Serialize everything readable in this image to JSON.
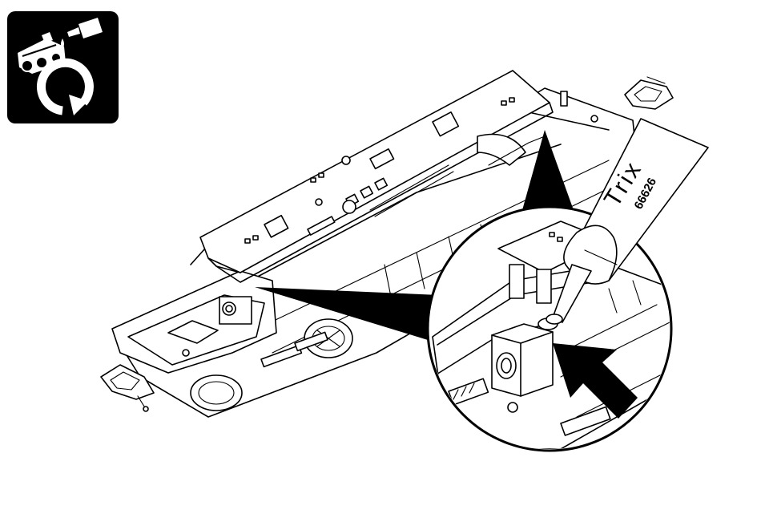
{
  "illustration": {
    "icon": "maintenance-oiling-icon",
    "subject": "locomotive-chassis-with-circuit-board",
    "callout": "magnified-lubrication-point",
    "pointer": "arrow-icon"
  },
  "oil_tube": {
    "brand": "Trix",
    "part_number": "66626"
  },
  "colors": {
    "line": "#000000",
    "background": "#ffffff"
  }
}
